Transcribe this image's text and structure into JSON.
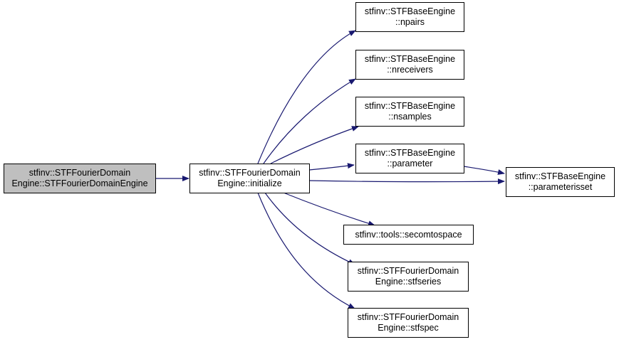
{
  "colors": {
    "edge": "#191970",
    "root_fill": "#bfbfbf",
    "node_fill": "#ffffff",
    "border": "#000000"
  },
  "nodes": {
    "root": {
      "line1": "stfinv::STFFourierDomain",
      "line2": "Engine::STFFourierDomainEngine"
    },
    "initialize": {
      "line1": "stfinv::STFFourierDomain",
      "line2": "Engine::initialize"
    },
    "npairs": {
      "line1": "stfinv::STFBaseEngine",
      "line2": "::npairs"
    },
    "nreceivers": {
      "line1": "stfinv::STFBaseEngine",
      "line2": "::nreceivers"
    },
    "nsamples": {
      "line1": "stfinv::STFBaseEngine",
      "line2": "::nsamples"
    },
    "parameter": {
      "line1": "stfinv::STFBaseEngine",
      "line2": "::parameter"
    },
    "parameterisset": {
      "line1": "stfinv::STFBaseEngine",
      "line2": "::parameterisset"
    },
    "secomtospace": {
      "line1": "stfinv::tools::secomtospace"
    },
    "stfseries": {
      "line1": "stfinv::STFFourierDomain",
      "line2": "Engine::stfseries"
    },
    "stfspec": {
      "line1": "stfinv::STFFourierDomain",
      "line2": "Engine::stfspec"
    }
  },
  "edges": [
    {
      "from": "root",
      "to": "initialize"
    },
    {
      "from": "initialize",
      "to": "npairs"
    },
    {
      "from": "initialize",
      "to": "nreceivers"
    },
    {
      "from": "initialize",
      "to": "nsamples"
    },
    {
      "from": "initialize",
      "to": "parameter"
    },
    {
      "from": "initialize",
      "to": "parameterisset"
    },
    {
      "from": "initialize",
      "to": "secomtospace"
    },
    {
      "from": "initialize",
      "to": "stfseries"
    },
    {
      "from": "initialize",
      "to": "stfspec"
    },
    {
      "from": "parameter",
      "to": "parameterisset"
    }
  ]
}
